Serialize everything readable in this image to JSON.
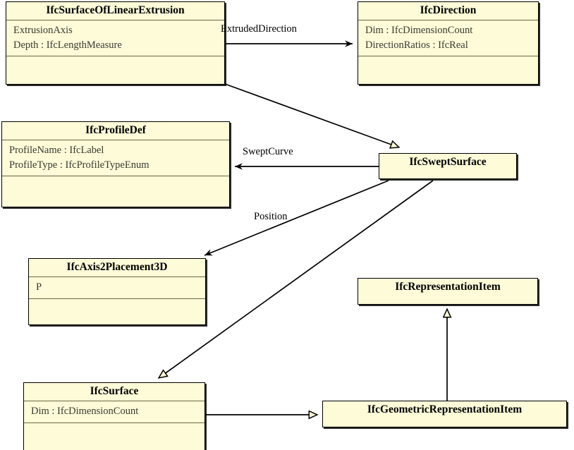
{
  "diagram": {
    "title": "IFC Swept Surface UML class diagram",
    "type": "uml-class-diagram",
    "background_color": "#ffffff",
    "class_fill_color": "#fdfbd8",
    "class_border_color": "#000000",
    "separator_color": "#6b6a43",
    "attribute_text_color": "#3a3a32"
  },
  "classes": [
    {
      "id": "surface-of-linear-extrusion",
      "name": "IfcSurfaceOfLinearExtrusion",
      "attributes": [
        "ExtrusionAxis",
        "Depth : IfcLengthMeasure"
      ],
      "operations": [],
      "has_operations_compartment": true
    },
    {
      "id": "direction",
      "name": "IfcDirection",
      "attributes": [
        "Dim : IfcDimensionCount",
        "DirectionRatios : IfcReal"
      ],
      "operations": [],
      "has_operations_compartment": true
    },
    {
      "id": "profile-def",
      "name": "IfcProfileDef",
      "attributes": [
        "ProfileName : IfcLabel",
        "ProfileType : IfcProfileTypeEnum"
      ],
      "operations": [],
      "has_operations_compartment": true
    },
    {
      "id": "swept-surface",
      "name": "IfcSweptSurface",
      "attributes": [],
      "operations": [],
      "has_operations_compartment": false
    },
    {
      "id": "axis2-placement3d",
      "name": "IfcAxis2Placement3D",
      "attributes": [
        "P"
      ],
      "operations": [],
      "has_operations_compartment": true
    },
    {
      "id": "representation-item",
      "name": "IfcRepresentationItem",
      "attributes": [],
      "operations": [],
      "has_operations_compartment": false
    },
    {
      "id": "surface",
      "name": "IfcSurface",
      "attributes": [
        "Dim : IfcDimensionCount"
      ],
      "operations": [],
      "has_operations_compartment": true
    },
    {
      "id": "geometric-representation-item",
      "name": "IfcGeometricRepresentationItem",
      "attributes": [],
      "operations": [],
      "has_operations_compartment": false
    }
  ],
  "relationships": [
    {
      "id": "extruded-direction",
      "label": "ExtrudedDirection",
      "kind": "association",
      "arrow": "open-arrow",
      "from": "surface-of-linear-extrusion",
      "to": "direction"
    },
    {
      "id": "swept-curve",
      "label": "SweptCurve",
      "kind": "association",
      "arrow": "open-arrow",
      "from": "swept-surface",
      "to": "profile-def"
    },
    {
      "id": "position",
      "label": "Position",
      "kind": "association",
      "arrow": "open-arrow",
      "from": "swept-surface",
      "to": "axis2-placement3d"
    },
    {
      "id": "gen-linear-extrusion-to-swept-surface",
      "label": "",
      "kind": "generalization",
      "arrow": "hollow-triangle",
      "from": "surface-of-linear-extrusion",
      "to": "swept-surface"
    },
    {
      "id": "gen-swept-surface-to-surface",
      "label": "",
      "kind": "generalization",
      "arrow": "hollow-triangle",
      "from": "swept-surface",
      "to": "surface"
    },
    {
      "id": "gen-geometric-to-representation-item",
      "label": "",
      "kind": "generalization",
      "arrow": "hollow-triangle",
      "from": "geometric-representation-item",
      "to": "representation-item"
    },
    {
      "id": "gen-surface-to-geometric-representation-item",
      "label": "",
      "kind": "generalization",
      "arrow": "hollow-triangle",
      "from": "surface",
      "to": "geometric-representation-item"
    }
  ],
  "edge_labels": {
    "extruded_direction": "ExtrudedDirection",
    "swept_curve": "SweptCurve",
    "position": "Position"
  }
}
